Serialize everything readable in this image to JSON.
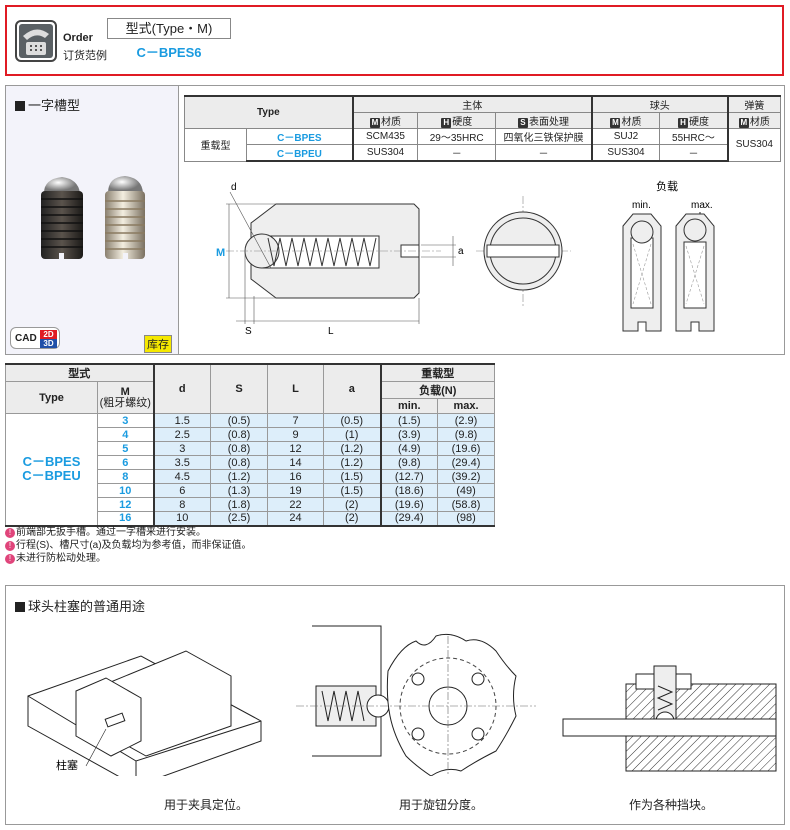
{
  "order": {
    "label_en": "Order",
    "label_cn": "订货范例",
    "type_header": "型式(Type・M)",
    "example_code": "C－BPES6",
    "icon": "phone-icon"
  },
  "product": {
    "section_title": "一字槽型",
    "cad_label": "CAD",
    "cad_2d": "2D",
    "cad_3d": "3D",
    "stock_badge": "库存"
  },
  "materials": {
    "type_header": "Type",
    "body_header": "主体",
    "ball_header": "球头",
    "spring_header": "弹簧",
    "sub_headers": [
      {
        "mark": "M",
        "label": "材质"
      },
      {
        "mark": "H",
        "label": "硬度"
      },
      {
        "mark": "S",
        "label": "表面处理"
      },
      {
        "mark": "M",
        "label": "材质"
      },
      {
        "mark": "H",
        "label": "硬度"
      },
      {
        "mark": "M",
        "label": "材质"
      }
    ],
    "group_label": "重载型",
    "rows": [
      {
        "type": "C－BPES",
        "body_material": "SCM435",
        "body_hardness": "29～35HRC",
        "body_surface": "四氧化三铁保护膜",
        "ball_material": "SUJ2",
        "ball_hardness": "55HRC～"
      },
      {
        "type": "C－BPEU",
        "body_material": "SUS304",
        "body_hardness": "－",
        "body_surface": "－",
        "ball_material": "SUS304",
        "ball_hardness": "－"
      }
    ],
    "spring_material": "SUS304"
  },
  "drawing": {
    "label_d": "d",
    "label_M": "M",
    "label_S": "S",
    "label_L": "L",
    "label_a": "a",
    "load_title": "负载",
    "load_min": "min.",
    "load_max": "max."
  },
  "spec": {
    "h_type_cn": "型式",
    "h_type": "Type",
    "h_m": "M",
    "h_m_sub": "(粗牙螺纹)",
    "h_d": "d",
    "h_s": "S",
    "h_l": "L",
    "h_a": "a",
    "h_heavy": "重载型",
    "h_load": "负载(N)",
    "h_min": "min.",
    "h_max": "max.",
    "type_1": "C－BPES",
    "type_2": "C－BPEU",
    "rows": [
      {
        "m": "3",
        "d": "1.5",
        "s": "(0.5)",
        "l": "7",
        "a": "(0.5)",
        "min": "(1.5)",
        "max": "(2.9)"
      },
      {
        "m": "4",
        "d": "2.5",
        "s": "(0.8)",
        "l": "9",
        "a": "(1)",
        "min": "(3.9)",
        "max": "(9.8)"
      },
      {
        "m": "5",
        "d": "3",
        "s": "(0.8)",
        "l": "12",
        "a": "(1.2)",
        "min": "(4.9)",
        "max": "(19.6)"
      },
      {
        "m": "6",
        "d": "3.5",
        "s": "(0.8)",
        "l": "14",
        "a": "(1.2)",
        "min": "(9.8)",
        "max": "(29.4)"
      },
      {
        "m": "8",
        "d": "4.5",
        "s": "(1.2)",
        "l": "16",
        "a": "(1.5)",
        "min": "(12.7)",
        "max": "(39.2)"
      },
      {
        "m": "10",
        "d": "6",
        "s": "(1.3)",
        "l": "19",
        "a": "(1.5)",
        "min": "(18.6)",
        "max": "(49)"
      },
      {
        "m": "12",
        "d": "8",
        "s": "(1.8)",
        "l": "22",
        "a": "(2)",
        "min": "(19.6)",
        "max": "(58.8)"
      },
      {
        "m": "16",
        "d": "10",
        "s": "(2.5)",
        "l": "24",
        "a": "(2)",
        "min": "(29.4)",
        "max": "(98)"
      }
    ]
  },
  "notes": [
    "前端部无扳手槽。通过一字槽来进行安装。",
    "行程(S)、槽尺寸(a)及负载均为参考值，而非保证值。",
    "未进行防松动处理。"
  ],
  "usage": {
    "section_title": "球头柱塞的普通用途",
    "plunger_label": "柱塞",
    "captions": [
      "用于夹具定位。",
      "用于旋钮分度。",
      "作为各种挡块。"
    ]
  }
}
